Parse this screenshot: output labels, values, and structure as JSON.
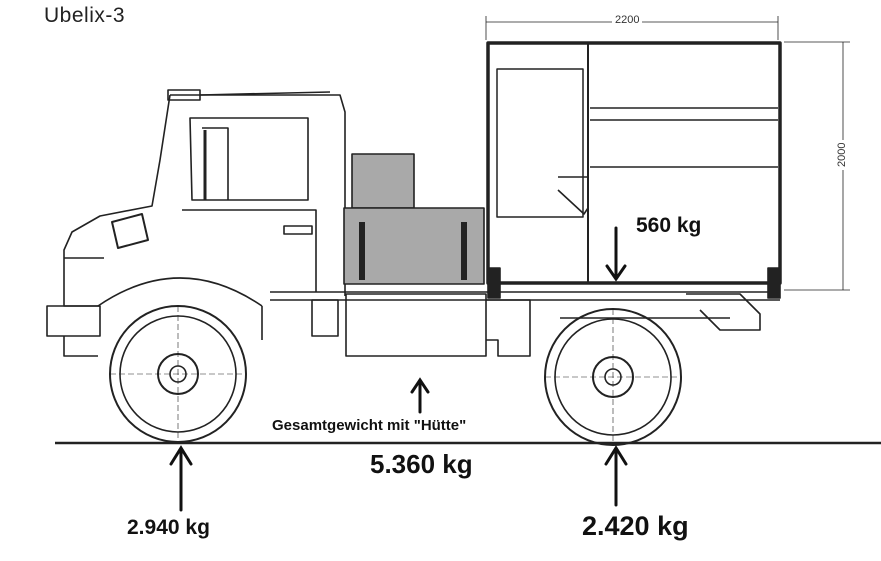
{
  "title": "Ubelix-3",
  "dimensions": {
    "box_length": "2200",
    "box_height": "2000"
  },
  "loads": {
    "box_load": "560 kg",
    "total_label": "Gesamtgewicht mit \"Hütte\"",
    "total_value": "5.360 kg",
    "front_axle": "2.940 kg",
    "rear_axle": "2.420 kg"
  },
  "colors": {
    "line": "#222222",
    "tank_fill": "#a9a9a9",
    "background": "#ffffff"
  }
}
